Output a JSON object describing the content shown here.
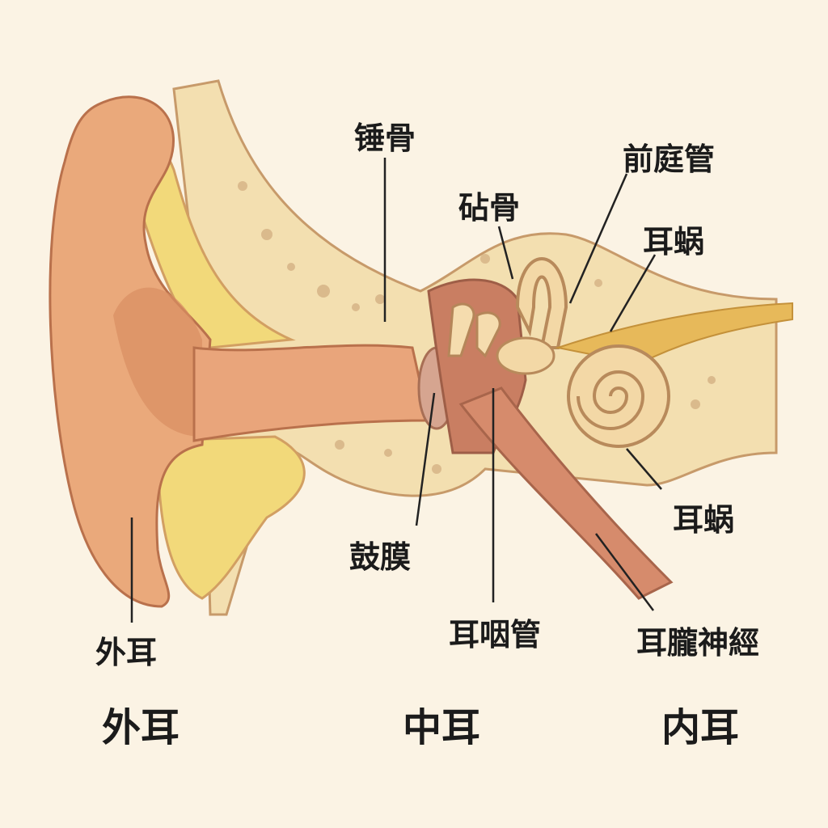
{
  "labels": {
    "malleus": "锤骨",
    "incus": "砧骨",
    "scala_vestibuli": "前庭管",
    "cochlea_upper": "耳蜗",
    "cochlea_lower": "耳蜗",
    "eardrum": "鼓膜",
    "eustachian_tube": "耳咽管",
    "auditory_nerve": "耳朧神經",
    "outer_ear": "外耳"
  },
  "sections": {
    "outer": "外耳",
    "middle": "中耳",
    "inner": "内耳"
  }
}
